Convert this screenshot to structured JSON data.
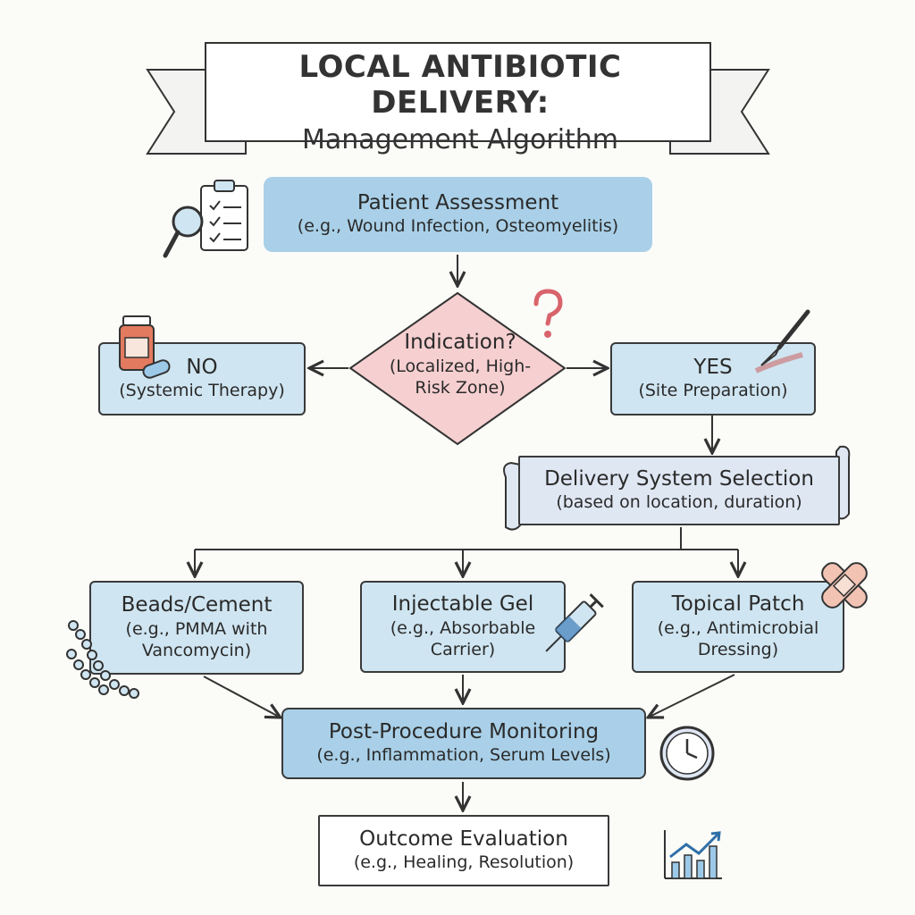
{
  "title": {
    "line1": "LOCAL ANTIBIOTIC DELIVERY:",
    "line2": "Management Algorithm"
  },
  "nodes": {
    "assessment": {
      "line1": "Patient Assessment",
      "line2": "(e.g., Wound Infection, Osteomyelitis)"
    },
    "indication": {
      "line1": "Indication?",
      "line2": "(Localized, High-",
      "line3": "Risk Zone)"
    },
    "no": {
      "line1": "NO",
      "line2": "(Systemic Therapy)"
    },
    "yes": {
      "line1": "YES",
      "line2": "(Site Preparation)"
    },
    "selection": {
      "line1": "Delivery System Selection",
      "line2": "(based on location, duration)"
    },
    "beads": {
      "line1": "Beads/Cement",
      "line2": "(e.g., PMMA with",
      "line3": "Vancomycin)"
    },
    "gel": {
      "line1": "Injectable Gel",
      "line2": "(e.g., Absorbable",
      "line3": "Carrier)"
    },
    "patch": {
      "line1": "Topical Patch",
      "line2": "(e.g., Antimicrobial",
      "line3": "Dressing)"
    },
    "monitoring": {
      "line1": "Post-Procedure Monitoring",
      "line2": "(e.g., Inflammation, Serum Levels)"
    },
    "outcome": {
      "line1": "Outcome Evaluation",
      "line2": "(e.g., Healing, Resolution)"
    }
  },
  "icons": [
    "clipboard-magnifier-icon",
    "question-mark-icon",
    "pill-bottle-icon",
    "scalpel-icon",
    "bead-chain-icon",
    "syringe-icon",
    "bandage-icon",
    "clock-icon",
    "growth-chart-icon"
  ],
  "colors": {
    "box_blue": "#cfe5f1",
    "box_deep_blue": "#a9d0e8",
    "diamond_pink": "#f6cfd0",
    "scroll_lavender": "#dfe7f3",
    "ink": "#3a3a3a"
  }
}
